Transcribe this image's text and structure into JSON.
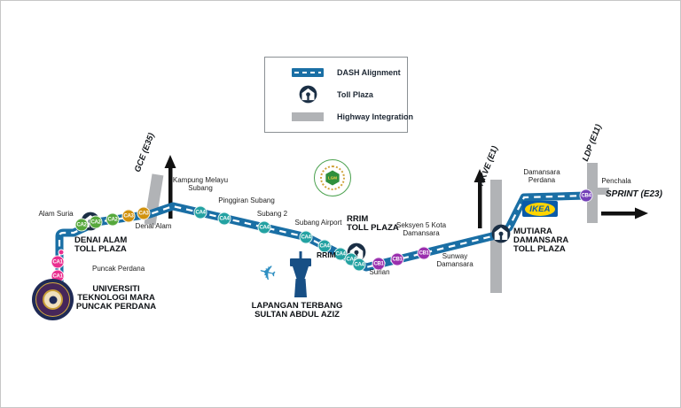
{
  "legend": {
    "dash_alignment": "DASH Alignment",
    "toll_plaza": "Toll Plaza",
    "highway_integration": "Highway Integration"
  },
  "packages": {
    "ca1": "CA1",
    "ca2": "CA2",
    "ca3": "CA3",
    "ca4": "CA4",
    "cb1": "CB1",
    "cb4": "CB4"
  },
  "labels": {
    "alam_suria": "Alam Suria",
    "denai_alam_toll_plaza": "DENAI ALAM\nTOLL PLAZA",
    "puncak_perdana": "Puncak Perdana",
    "universiti": "UNIVERSITI\nTEKNOLOGI MARA\nPUNCAK PERDANA",
    "denai_alam": "Denai Alam",
    "gce": "GCE (E35)",
    "kampung_melayu_subang": "Kampung Melayu\nSubang",
    "pinggiran_subang": "Pinggiran Subang",
    "subang_2": "Subang 2",
    "subang_airport": "Subang Airport",
    "rrim_toll_plaza": "RRIM\nTOLL PLAZA",
    "rrim": "RRIM",
    "airport_name": "LAPANGAN TERBANG\nSULTAN ABDUL AZIZ",
    "surian": "Surian",
    "seksyen_5": "Seksyen 5 Kota\nDamansara",
    "sunway_damansara": "Sunway\nDamansara",
    "nkve": "NKVE (E1)",
    "mutiara_toll_plaza": "MUTIARA\nDAMANSARA\nTOLL PLAZA",
    "damansara_perdana": "Damansara\nPerdana",
    "ldp": "LDP (E11)",
    "penchala": "Penchala",
    "sprint": "SPRINT (E23)",
    "ikea": "IKEA",
    "lgm": "LGM"
  },
  "colors": {
    "route": "#1a6fa5",
    "ca1": "#ea2f8f",
    "ca2": "#56a83c",
    "ca3": "#d1920e",
    "ca4": "#23a2a2",
    "cb1": "#9a2fae",
    "cb4": "#7440b8",
    "toll": "#1b2f45",
    "highway": "#b1b3b6",
    "arrow": "#111111"
  }
}
